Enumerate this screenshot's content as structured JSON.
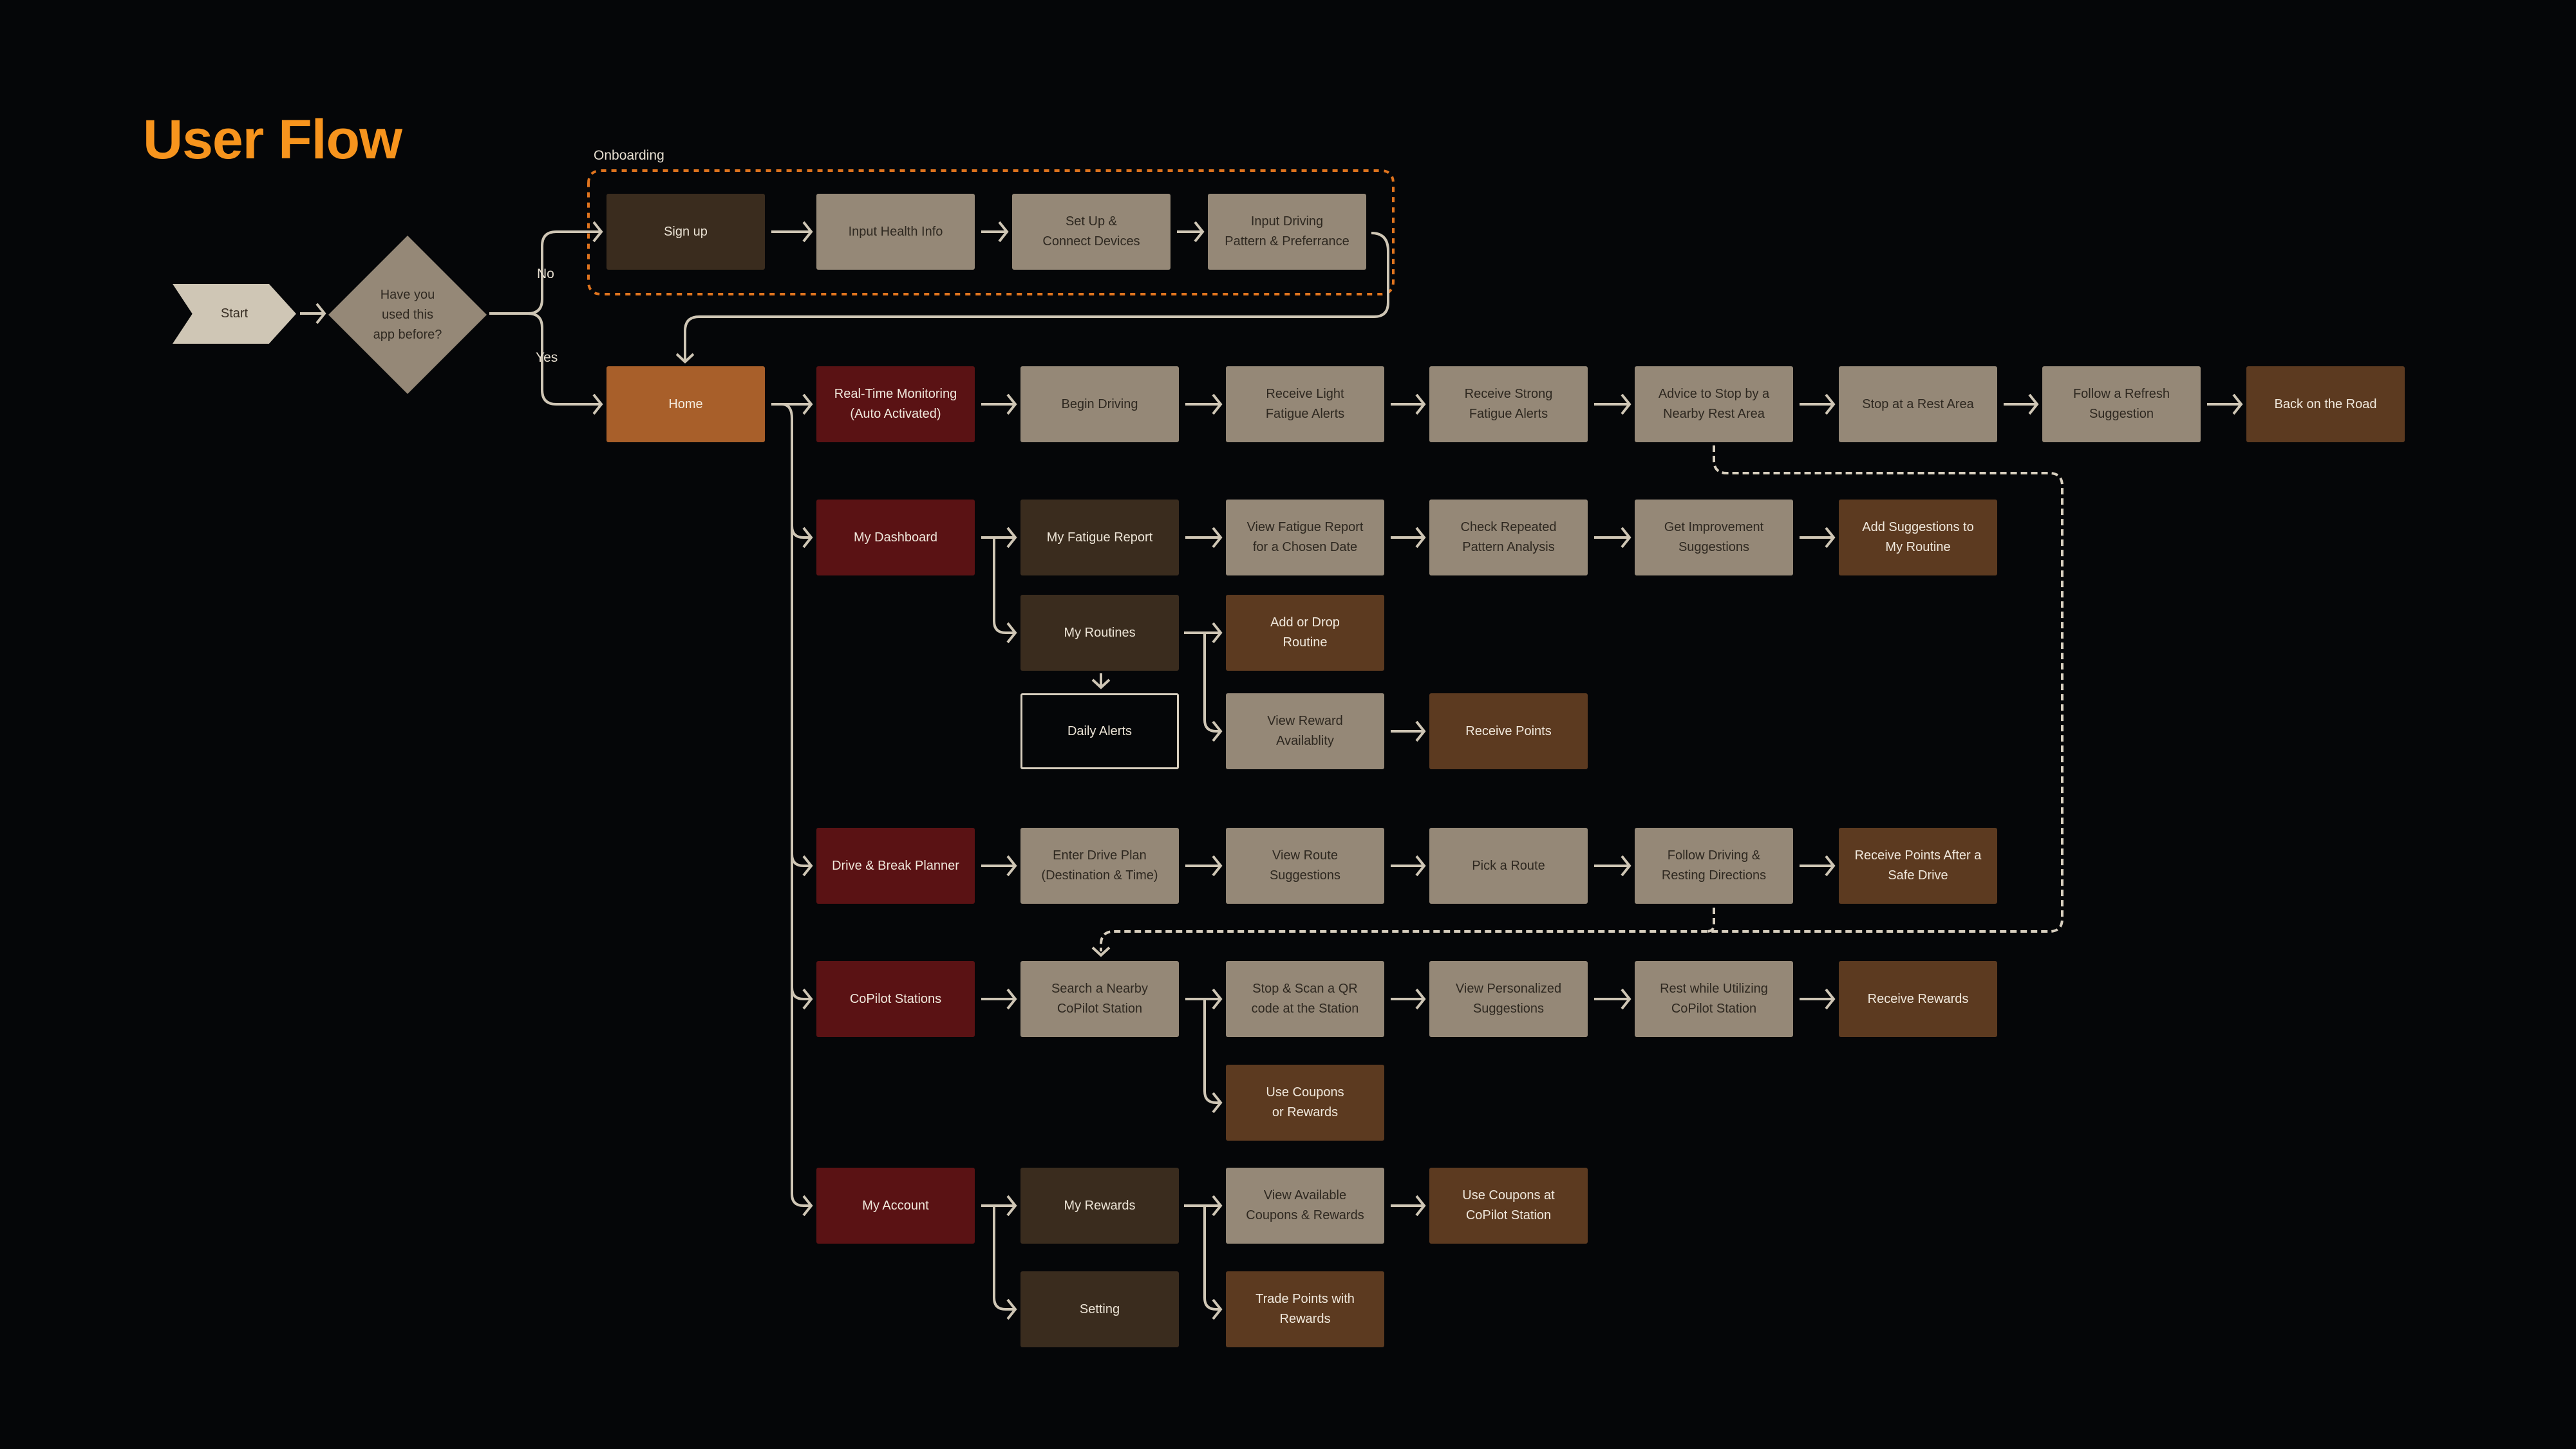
{
  "title": "User Flow",
  "start": "Start",
  "decision": "Have you\nused this\napp before?",
  "branch_no": "No",
  "branch_yes": "Yes",
  "onboarding": {
    "label": "Onboarding",
    "steps": [
      "Sign up",
      "Input Health Info",
      "Set Up &\nConnect Devices",
      "Input Driving\nPattern & Preferrance"
    ]
  },
  "home": "Home",
  "realtime": [
    "Real-Time Monitoring\n(Auto Activated)",
    "Begin Driving",
    "Receive Light\nFatigue Alerts",
    "Receive Strong\nFatigue Alerts",
    "Advice to Stop by a\nNearby Rest Area",
    "Stop at a Rest Area",
    "Follow a Refresh\nSuggestion",
    "Back on the Road"
  ],
  "dashboard": [
    "My Dashboard",
    "My Fatigue Report",
    "View Fatigue Report\nfor a Chosen Date",
    "Check Repeated\nPattern Analysis",
    "Get Improvement\nSuggestions",
    "Add Suggestions to\nMy Routine"
  ],
  "routines": [
    "My Routines",
    "Add or Drop\nRoutine",
    "Daily Alerts",
    "View Reward\nAvailablity",
    "Receive Points"
  ],
  "planner": [
    "Drive & Break Planner",
    "Enter Drive Plan\n(Destination & Time)",
    "View Route\nSuggestions",
    "Pick a Route",
    "Follow Driving &\nResting Directions",
    "Receive Points After a\nSafe Drive"
  ],
  "stations": [
    "CoPilot Stations",
    "Search a Nearby\nCoPilot Station",
    "Stop & Scan a QR\ncode at the Station",
    "View Personalized\nSuggestions",
    "Rest while Utilizing\nCoPilot Station",
    "Receive Rewards",
    "Use Coupons\nor Rewards"
  ],
  "account": [
    "My Account",
    "My Rewards",
    "View Available\nCoupons & Rewards",
    "Use Coupons at\nCoPilot Station",
    "Setting",
    "Trade Points with\nRewards"
  ],
  "colors": {
    "accent": "#F7941D",
    "tan": "#958877",
    "dark": "#3a2c1e",
    "red": "#5a1214",
    "brown": "#5c3a20",
    "home": "#a85f2a",
    "line": "#cfc6b5"
  }
}
